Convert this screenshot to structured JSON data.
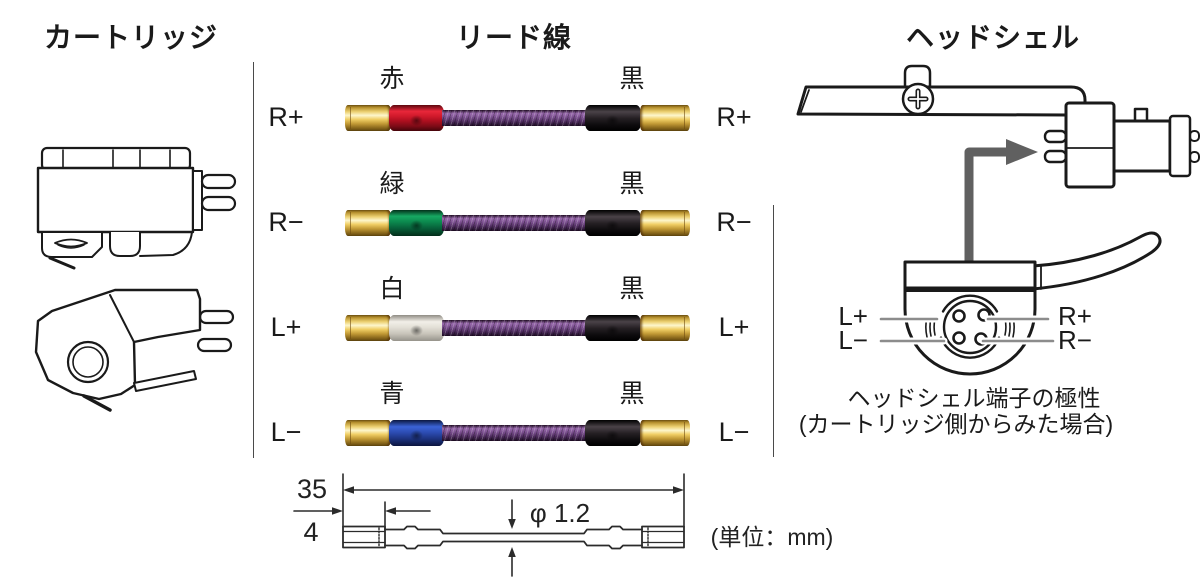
{
  "sections": {
    "cartridge": {
      "title": "カートリッジ"
    },
    "lead_wires": {
      "title": "リード線",
      "rows": [
        {
          "left_terminal": "R+",
          "left_color_name": "赤",
          "right_color_name": "黒",
          "right_terminal": "R+",
          "sleeve_hex": "#c01525"
        },
        {
          "left_terminal": "R−",
          "left_color_name": "緑",
          "right_color_name": "黒",
          "right_terminal": "R−",
          "sleeve_hex": "#0c8a4e"
        },
        {
          "left_terminal": "L+",
          "left_color_name": "白",
          "right_color_name": "黒",
          "right_terminal": "L+",
          "sleeve_hex": "#e2dfd6"
        },
        {
          "left_terminal": "L−",
          "left_color_name": "青",
          "right_color_name": "黒",
          "right_terminal": "L−",
          "sleeve_hex": "#2c4cb2"
        }
      ],
      "cable_color_hex": "#7a4f8e",
      "black_sleeve_hex": "#241f23",
      "gold_connector_hex": "#d8ab44"
    },
    "headshell": {
      "title": "ヘッドシェル",
      "terminals": {
        "top_left": "L+",
        "bottom_left": "L−",
        "top_right": "R+",
        "bottom_right": "R−"
      },
      "caption_line1": "ヘッドシェル端子の極性",
      "caption_line2": "(カートリッジ側からみた場合)"
    },
    "dimension_drawing": {
      "overall_length_mm": "35",
      "connector_length_mm": "4",
      "diameter_label": "φ 1.2",
      "unit_note": "(単位：mm)"
    }
  }
}
